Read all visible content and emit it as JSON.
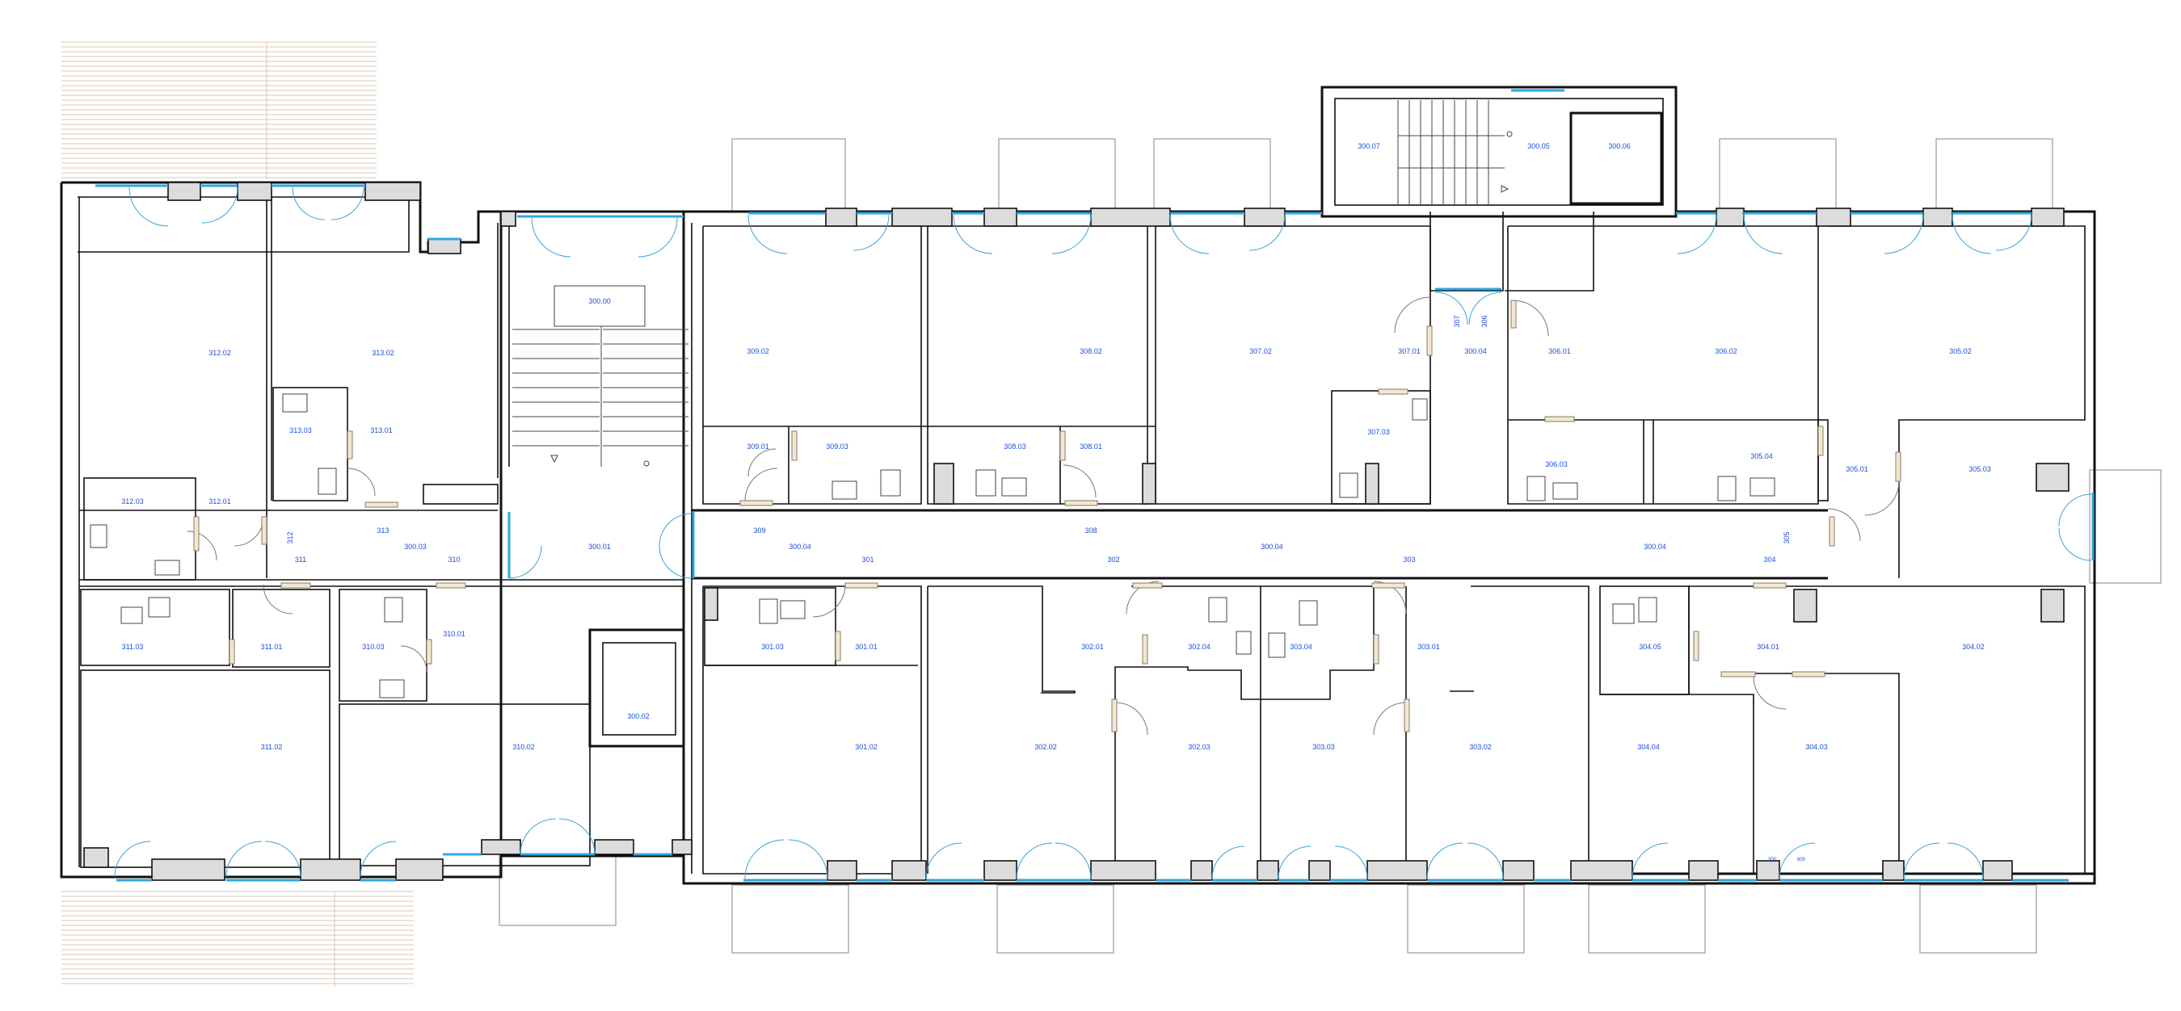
{
  "rooms": [
    {
      "id": "r312_02",
      "text": "312.02"
    },
    {
      "id": "r313_02",
      "text": "313.02"
    },
    {
      "id": "r313_03",
      "text": "313.03"
    },
    {
      "id": "r313_01",
      "text": "313.01"
    },
    {
      "id": "r312_03",
      "text": "312.03"
    },
    {
      "id": "r312_01",
      "text": "312.01"
    },
    {
      "id": "r313",
      "text": "313"
    },
    {
      "id": "r312",
      "text": "312"
    },
    {
      "id": "r300_03",
      "text": "300.03"
    },
    {
      "id": "r311",
      "text": "311"
    },
    {
      "id": "r310",
      "text": "310"
    },
    {
      "id": "r300_00",
      "text": "300.00"
    },
    {
      "id": "r300_01",
      "text": "300.01"
    },
    {
      "id": "r300_02",
      "text": "300.02"
    },
    {
      "id": "r311_03",
      "text": "311.03"
    },
    {
      "id": "r311_01",
      "text": "311.01"
    },
    {
      "id": "r311_02",
      "text": "311.02"
    },
    {
      "id": "r310_03",
      "text": "310.03"
    },
    {
      "id": "r310_01",
      "text": "310.01"
    },
    {
      "id": "r310_02",
      "text": "310.02"
    },
    {
      "id": "r309_02",
      "text": "309.02"
    },
    {
      "id": "r309_01",
      "text": "309.01"
    },
    {
      "id": "r309_03",
      "text": "309.03"
    },
    {
      "id": "r308_02",
      "text": "308.02"
    },
    {
      "id": "r308_03",
      "text": "308.03"
    },
    {
      "id": "r308_01",
      "text": "308.01"
    },
    {
      "id": "r307_02",
      "text": "307.02"
    },
    {
      "id": "r307_01",
      "text": "307.01"
    },
    {
      "id": "r307_03",
      "text": "307.03"
    },
    {
      "id": "r300_07",
      "text": "300.07"
    },
    {
      "id": "r300_05",
      "text": "300.05"
    },
    {
      "id": "r300_06",
      "text": "300.06"
    },
    {
      "id": "r307",
      "text": "307"
    },
    {
      "id": "r306",
      "text": "306"
    },
    {
      "id": "r300_04a",
      "text": "300.04"
    },
    {
      "id": "r306_01",
      "text": "306.01"
    },
    {
      "id": "r306_02",
      "text": "306.02"
    },
    {
      "id": "r306_03",
      "text": "306.03"
    },
    {
      "id": "r305_04",
      "text": "305.04"
    },
    {
      "id": "r305_02",
      "text": "305.02"
    },
    {
      "id": "r305_01",
      "text": "305.01"
    },
    {
      "id": "r305_03",
      "text": "305.03"
    },
    {
      "id": "r305",
      "text": "305"
    },
    {
      "id": "r309",
      "text": "309"
    },
    {
      "id": "r300_04b",
      "text": "300.04"
    },
    {
      "id": "r301",
      "text": "301"
    },
    {
      "id": "r308",
      "text": "308"
    },
    {
      "id": "r302",
      "text": "302"
    },
    {
      "id": "r300_04c",
      "text": "300.04"
    },
    {
      "id": "r303",
      "text": "303"
    },
    {
      "id": "r300_04d",
      "text": "300.04"
    },
    {
      "id": "r304",
      "text": "304"
    },
    {
      "id": "r301_03",
      "text": "301.03"
    },
    {
      "id": "r301_01",
      "text": "301.01"
    },
    {
      "id": "r301_02",
      "text": "301.02"
    },
    {
      "id": "r302_01",
      "text": "302.01"
    },
    {
      "id": "r302_04",
      "text": "302.04"
    },
    {
      "id": "r302_02",
      "text": "302.02"
    },
    {
      "id": "r302_03",
      "text": "302.03"
    },
    {
      "id": "r303_04",
      "text": "303.04"
    },
    {
      "id": "r303_01",
      "text": "303.01"
    },
    {
      "id": "r303_03",
      "text": "303.03"
    },
    {
      "id": "r303_02",
      "text": "303.02"
    },
    {
      "id": "r304_05",
      "text": "304.05"
    },
    {
      "id": "r304_01",
      "text": "304.01"
    },
    {
      "id": "r304_02",
      "text": "304.02"
    },
    {
      "id": "r304_04",
      "text": "304.04"
    },
    {
      "id": "r304_03",
      "text": "304.03"
    }
  ],
  "colors": {
    "wall": "#111111",
    "window": "#2ea8e0",
    "label": "#1d4fd8",
    "hatch": "#d9c7b6",
    "column_fill": "#dcdcdc",
    "door_leaf": "#f3e7d2"
  }
}
